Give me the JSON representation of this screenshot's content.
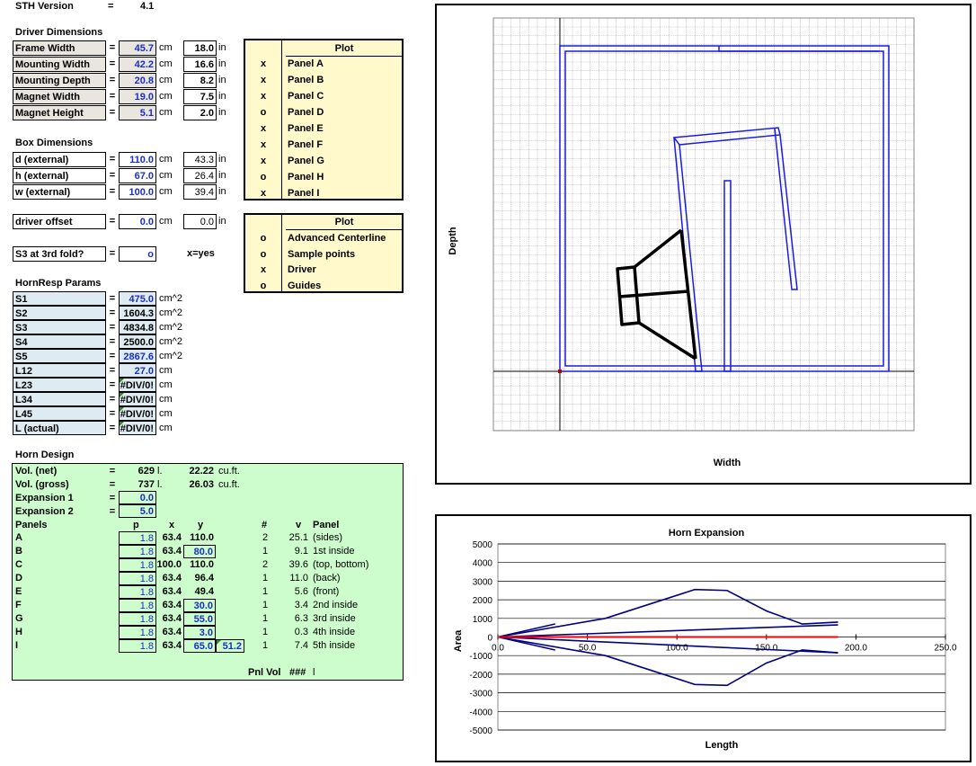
{
  "version": {
    "label": "STH Version",
    "eq": "=",
    "value": "4.1"
  },
  "driver": {
    "title": "Driver Dimensions",
    "rows": [
      {
        "label": "Frame Width",
        "cm": "45.7",
        "in": "18.0"
      },
      {
        "label": "Mounting Width",
        "cm": "42.2",
        "in": "16.6"
      },
      {
        "label": "Mounting Depth",
        "cm": "20.8",
        "in": "8.2"
      },
      {
        "label": "Magnet Width",
        "cm": "19.0",
        "in": "7.5"
      },
      {
        "label": "Magnet Height",
        "cm": "5.1",
        "in": "2.0"
      }
    ]
  },
  "box": {
    "title": "Box Dimensions",
    "rows": [
      {
        "label": "d (external)",
        "cm": "110.0",
        "in": "43.3"
      },
      {
        "label": "h (external)",
        "cm": "67.0",
        "in": "26.4"
      },
      {
        "label": "w (external)",
        "cm": "100.0",
        "in": "39.4"
      }
    ]
  },
  "offset": {
    "label": "driver offset",
    "cm": "0.0",
    "in": "0.0"
  },
  "s3fold": {
    "label": "S3 at 3rd fold?",
    "value": "o",
    "hint": "x=yes"
  },
  "units": {
    "eq": "=",
    "cm": "cm",
    "in": "in",
    "cm2": "cm^2",
    "l": "l.",
    "cuft": "cu.ft."
  },
  "plot1": {
    "title": "Plot",
    "rows": [
      {
        "mark": "x",
        "label": "Panel A"
      },
      {
        "mark": "x",
        "label": "Panel B"
      },
      {
        "mark": "x",
        "label": "Panel C"
      },
      {
        "mark": "o",
        "label": "Panel D"
      },
      {
        "mark": "x",
        "label": "Panel E"
      },
      {
        "mark": "x",
        "label": "Panel F"
      },
      {
        "mark": "x",
        "label": "Panel G"
      },
      {
        "mark": "o",
        "label": "Panel H"
      },
      {
        "mark": "x",
        "label": "Panel I"
      }
    ]
  },
  "plot2": {
    "title": "Plot",
    "rows": [
      {
        "mark": "o",
        "label": "Advanced Centerline"
      },
      {
        "mark": "o",
        "label": "Sample points"
      },
      {
        "mark": "x",
        "label": "Driver"
      },
      {
        "mark": "o",
        "label": "Guides"
      }
    ]
  },
  "hornresp": {
    "title": "HornResp Params",
    "rows": [
      {
        "label": "S1",
        "value": "475.0",
        "unit": "cm^2",
        "blue": true
      },
      {
        "label": "S2",
        "value": "1604.3",
        "unit": "cm^2",
        "blue": false
      },
      {
        "label": "S3",
        "value": "4834.8",
        "unit": "cm^2",
        "blue": false
      },
      {
        "label": "S4",
        "value": "2500.0",
        "unit": "cm^2",
        "blue": false
      },
      {
        "label": "S5",
        "value": "2867.6",
        "unit": "cm^2",
        "blue": true
      },
      {
        "label": "L12",
        "value": "27.0",
        "unit": "cm",
        "blue": true
      },
      {
        "label": "L23",
        "value": "#DIV/0!",
        "unit": "cm",
        "blue": false
      },
      {
        "label": "L34",
        "value": "#DIV/0!",
        "unit": "cm",
        "blue": false
      },
      {
        "label": "L45",
        "value": "#DIV/0!",
        "unit": "cm",
        "blue": false
      },
      {
        "label": "L (actual)",
        "value": "#DIV/0!",
        "unit": "cm",
        "blue": false
      }
    ]
  },
  "horn": {
    "title": "Horn Design",
    "vol_net": {
      "label": "Vol. (net)",
      "l": "629",
      "cuft": "22.22"
    },
    "vol_gross": {
      "label": "Vol. (gross)",
      "l": "737",
      "cuft": "26.03"
    },
    "exp1": {
      "label": "Expansion 1",
      "value": "0.0"
    },
    "exp2": {
      "label": "Expansion 2",
      "value": "5.0"
    },
    "headers": {
      "panels": "Panels",
      "p": "p",
      "x": "x",
      "y": "y",
      "n": "#",
      "v": "v",
      "panel": "Panel"
    },
    "rows": [
      {
        "name": "A",
        "p": "1.8",
        "x": "63.4",
        "y": "110.0",
        "yBox": false,
        "n": "2",
        "v": "25.1",
        "desc": "(sides)"
      },
      {
        "name": "B",
        "p": "1.8",
        "x": "63.4",
        "y": "80.0",
        "yBox": true,
        "n": "1",
        "v": "9.1",
        "desc": "1st inside"
      },
      {
        "name": "C",
        "p": "1.8",
        "x": "100.0",
        "y": "110.0",
        "yBox": false,
        "n": "2",
        "v": "39.6",
        "desc": "(top, bottom)"
      },
      {
        "name": "D",
        "p": "1.8",
        "x": "63.4",
        "y": "96.4",
        "yBox": false,
        "n": "1",
        "v": "11.0",
        "desc": "(back)"
      },
      {
        "name": "E",
        "p": "1.8",
        "x": "63.4",
        "y": "49.4",
        "yBox": false,
        "n": "1",
        "v": "5.6",
        "desc": "(front)"
      },
      {
        "name": "F",
        "p": "1.8",
        "x": "63.4",
        "y": "30.0",
        "yBox": true,
        "n": "1",
        "v": "3.4",
        "desc": "2nd inside"
      },
      {
        "name": "G",
        "p": "1.8",
        "x": "63.4",
        "y": "55.0",
        "yBox": true,
        "n": "1",
        "v": "6.3",
        "desc": "3rd inside"
      },
      {
        "name": "H",
        "p": "1.8",
        "x": "63.4",
        "y": "3.0",
        "yBox": true,
        "n": "1",
        "v": "0.3",
        "desc": "4th inside"
      },
      {
        "name": "I",
        "p": "1.8",
        "x": "63.4",
        "y": "65.0",
        "yBox": true,
        "extra": "51.2",
        "n": "1",
        "v": "7.4",
        "desc": "5th inside"
      }
    ],
    "pnlvol": {
      "label": "Pnl Vol",
      "value": "###",
      "unit": "l"
    }
  },
  "layout_chart": {
    "xlabel": "Width",
    "ylabel": "Depth"
  },
  "chart_data": {
    "type": "line",
    "title": "Horn Expansion",
    "xlabel": "Length",
    "ylabel": "Area",
    "xlim": [
      0,
      250
    ],
    "ylim": [
      -5000,
      5000
    ],
    "x_ticks": [
      "0.0",
      "50.0",
      "100.0",
      "150.0",
      "200.0",
      "250.0"
    ],
    "y_ticks": [
      "5000",
      "4000",
      "3000",
      "2000",
      "1000",
      "0",
      "-1000",
      "-2000",
      "-3000",
      "-4000",
      "-5000"
    ],
    "series": [
      {
        "color": "#000080",
        "x": [
          0,
          32
        ],
        "y": [
          0,
          700
        ]
      },
      {
        "color": "#000080",
        "x": [
          0,
          32
        ],
        "y": [
          0,
          -700
        ]
      },
      {
        "color": "#000080",
        "x": [
          0,
          60,
          110,
          128,
          150,
          170,
          190
        ],
        "y": [
          0,
          1000,
          2550,
          2500,
          1400,
          700,
          800
        ]
      },
      {
        "color": "#000080",
        "x": [
          0,
          60,
          110,
          128,
          150,
          170,
          190
        ],
        "y": [
          0,
          -1000,
          -2550,
          -2600,
          -1400,
          -700,
          -850
        ]
      },
      {
        "color": "#000080",
        "x": [
          0,
          190
        ],
        "y": [
          0,
          650
        ]
      },
      {
        "color": "#000080",
        "x": [
          0,
          190
        ],
        "y": [
          0,
          -850
        ]
      },
      {
        "color": "#ff0000",
        "x": [
          0,
          190
        ],
        "y": [
          0,
          0
        ]
      }
    ]
  },
  "colors": {
    "inputBlue": "#1b2ec8",
    "panelLine": "#1a1ae6",
    "driver": "#000000"
  }
}
